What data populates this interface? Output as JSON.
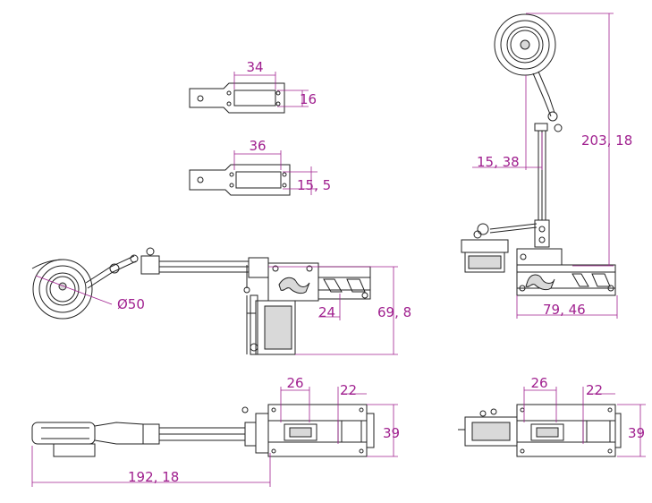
{
  "colors": {
    "dimension": "#a0208f",
    "part": "#222222",
    "background": "#ffffff"
  },
  "dimensions": {
    "bracket_top_width": "34",
    "bracket_top_height": "16",
    "bracket_bottom_width": "36",
    "bracket_bottom_height": "15, 5",
    "gear_total_height": "203, 18",
    "strut_offset": "15, 38",
    "side_mount_height": "69, 8",
    "side_mount_offset": "24",
    "wheel_diameter": "Ø50",
    "front_mount_width": "79, 46",
    "bottom_left_hole_spacing": "26",
    "bottom_left_rail_width": "22",
    "bottom_left_mount_height": "39",
    "overall_length": "192, 18",
    "bottom_right_hole_spacing": "26",
    "bottom_right_rail_width": "22",
    "bottom_right_mount_height": "39"
  }
}
